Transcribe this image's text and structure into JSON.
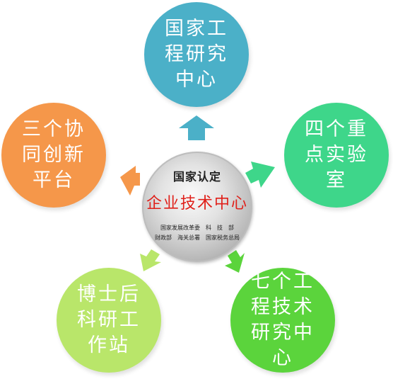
{
  "center": {
    "title": "国家认定",
    "main": "企业技术中心",
    "line1": "国家发展改革委　科　技　部",
    "line2": "财政部　海关总署　国家税务总局"
  },
  "nodes": {
    "top": {
      "label": "国家工\n程研究\n中心",
      "color": "#4bb0c8"
    },
    "right": {
      "label": "四个重\n点实验\n室",
      "color": "#3ed68a"
    },
    "bottom_right": {
      "label": "七个工\n程技术\n研究中\n心",
      "color": "#5bd43c"
    },
    "bottom_left": {
      "label": "博士后\n科研工\n作站",
      "color": "#b9e66a"
    },
    "left": {
      "label": "三个协\n同创新\n平台",
      "color": "#f5974a"
    }
  }
}
